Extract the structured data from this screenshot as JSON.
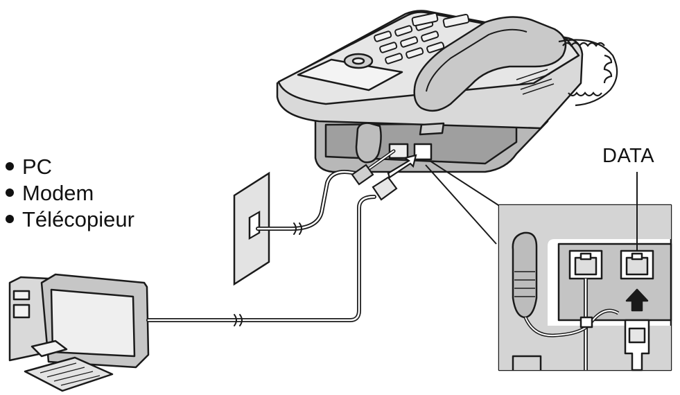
{
  "devices": [
    {
      "label": "PC"
    },
    {
      "label": "Modem"
    },
    {
      "label": "Télécopieur"
    }
  ],
  "port_label": "DATA",
  "colors": {
    "line": "#1a1a1a",
    "body": "#d6d6d6",
    "body_dark": "#9a9a9a",
    "screen": "#ececec",
    "background": "#ffffff"
  }
}
